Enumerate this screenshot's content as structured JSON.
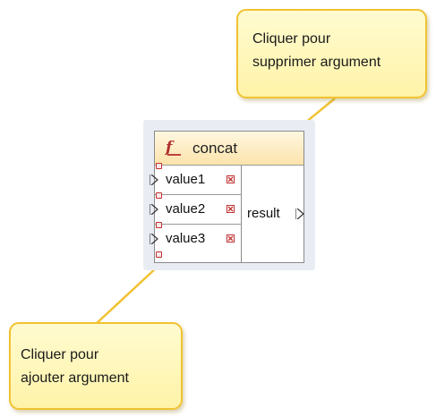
{
  "callouts": {
    "remove": {
      "line1": "Cliquer pour",
      "line2": "supprimer argument"
    },
    "add": {
      "line1": "Cliquer pour",
      "line2": "ajouter argument"
    }
  },
  "function": {
    "title": "concat",
    "icon": "fx-function-icon",
    "arguments": [
      {
        "label": "value1"
      },
      {
        "label": "value2"
      },
      {
        "label": "value3"
      }
    ],
    "output": "result"
  },
  "colors": {
    "callout_fill": "#fff3a8",
    "callout_border": "#f1c232",
    "connector": "#f1c232",
    "header_fill": "#fbe3ab",
    "delete_icon": "#c03030"
  }
}
